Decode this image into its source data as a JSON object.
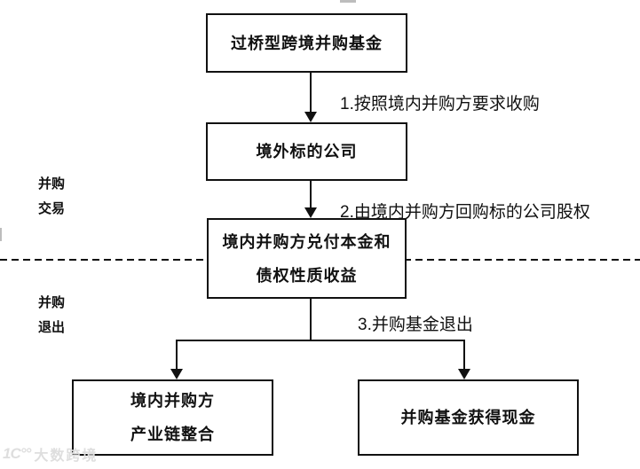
{
  "diagram": {
    "boxes": {
      "fund": {
        "lines": [
          "过桥型跨境并购基金"
        ]
      },
      "target": {
        "lines": [
          "境外标的公司"
        ]
      },
      "repay": {
        "line1": "境内并购方兑付本金和",
        "line2": "债权性质收益"
      },
      "integration": {
        "line1": "境内并购方",
        "line2": "产业链整合"
      },
      "cash": {
        "lines": [
          "并购基金获得现金"
        ]
      }
    },
    "arrow_labels": {
      "step1": "1.按照境内并购方要求收购",
      "step2": "2.由境内并购方回购标的公司股权",
      "step3": "3.并购基金退出"
    },
    "side_labels": {
      "phase1_line1": "并购",
      "phase1_line2": "交易",
      "phase2_line1": "并购",
      "phase2_line2": "退出"
    },
    "watermark": {
      "logo": "1C°°",
      "text": "大数跨境"
    },
    "colors": {
      "line": "#111111",
      "text": "#111111",
      "watermark": "#dedede",
      "background": "#ffffff"
    }
  }
}
